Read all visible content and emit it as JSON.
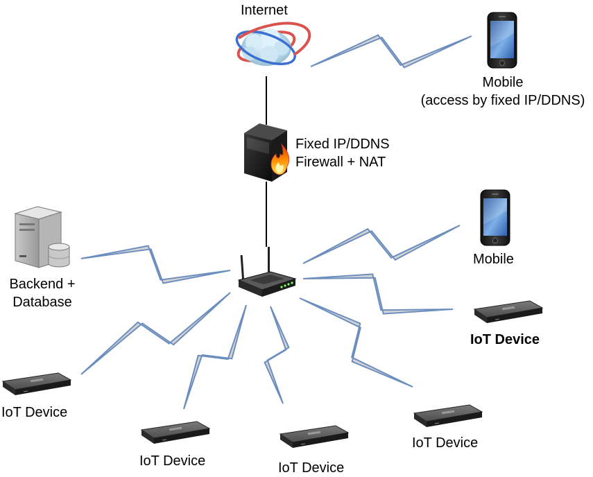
{
  "nodes": {
    "internet": {
      "label": "Internet",
      "icon": "cloud-globe-icon"
    },
    "mobile_top": {
      "label_line1": "Mobile",
      "label_line2": "(access by fixed IP/DDNS)",
      "icon": "smartphone-icon"
    },
    "firewall": {
      "label_line1": "Fixed IP/DDNS",
      "label_line2": "Firewall + NAT",
      "icon": "firewall-icon"
    },
    "router": {
      "icon": "wireless-router-icon"
    },
    "backend": {
      "label_line1": "Backend +",
      "label_line2": "Database",
      "icon": "server-database-icon"
    },
    "mobile_right": {
      "label": "Mobile",
      "icon": "smartphone-icon"
    },
    "iot_devices": [
      {
        "label": "IoT Device",
        "emphasis": true
      },
      {
        "label": "IoT Device",
        "emphasis": false
      },
      {
        "label": "IoT Device",
        "emphasis": false
      },
      {
        "label": "IoT Device",
        "emphasis": false
      },
      {
        "label": "IoT Device",
        "emphasis": false
      }
    ]
  },
  "colors": {
    "wireless_fill": "#d3d3d3",
    "wireless_stroke": "#6c8ebf",
    "wired_line": "#000000",
    "device_body": "#2b2b2b"
  }
}
